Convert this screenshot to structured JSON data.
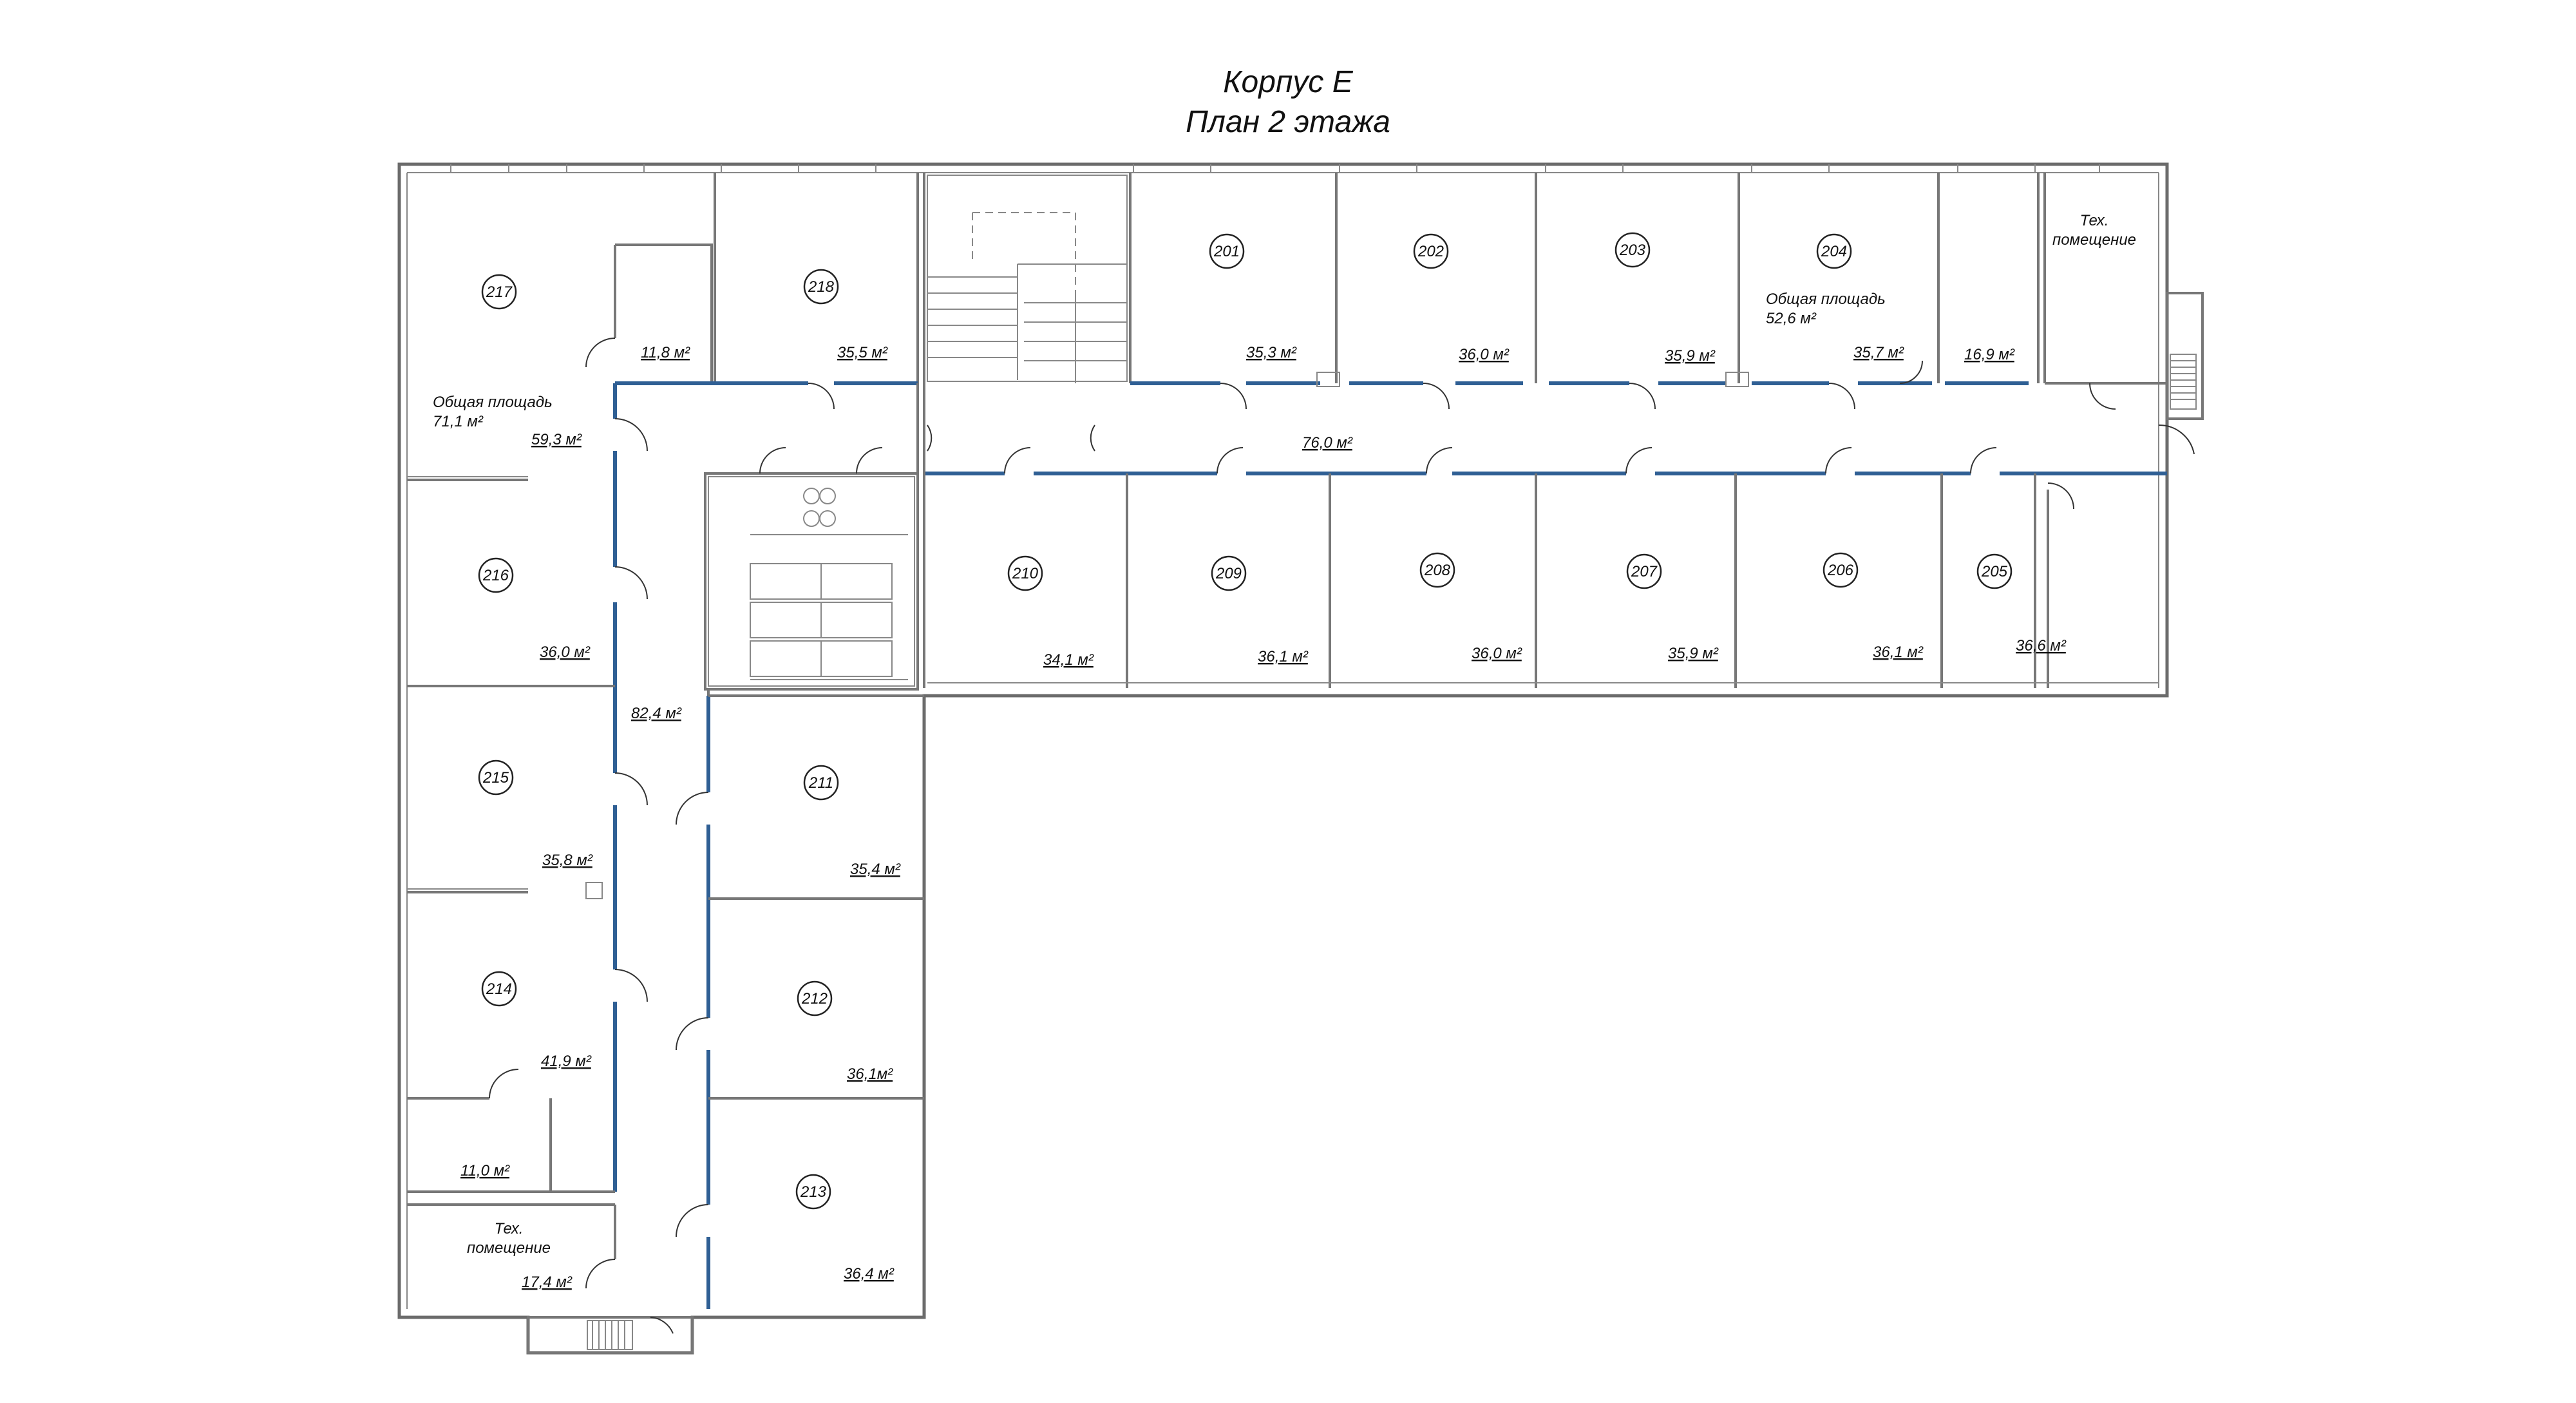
{
  "title": {
    "line1": "Корпус Е",
    "line2": "План 2 этажа"
  },
  "rooms": [
    {
      "id": "201",
      "number": "201",
      "area": "35,3 м²"
    },
    {
      "id": "202",
      "number": "202",
      "area": "36,0 м²"
    },
    {
      "id": "203",
      "number": "203",
      "area": "35,9 м²"
    },
    {
      "id": "204",
      "number": "204",
      "area": "35,7 м²",
      "total_label": "Общая площадь",
      "total_area": "52,6 м²"
    },
    {
      "id": "204b",
      "number": "",
      "area": "16,9 м²"
    },
    {
      "id": "205",
      "number": "205",
      "area": "36,6 м²"
    },
    {
      "id": "206",
      "number": "206",
      "area": "36,1 м²"
    },
    {
      "id": "207",
      "number": "207",
      "area": "35,9 м²"
    },
    {
      "id": "208",
      "number": "208",
      "area": "36,0 м²"
    },
    {
      "id": "209",
      "number": "209",
      "area": "36,1 м²"
    },
    {
      "id": "210",
      "number": "210",
      "area": "34,1 м²"
    },
    {
      "id": "211",
      "number": "211",
      "area": "35,4 м²"
    },
    {
      "id": "212",
      "number": "212",
      "area": "36,1м²"
    },
    {
      "id": "213",
      "number": "213",
      "area": "36,4 м²"
    },
    {
      "id": "214",
      "number": "214",
      "area": "41,9 м²"
    },
    {
      "id": "214b",
      "number": "",
      "area": "11,0 м²"
    },
    {
      "id": "215",
      "number": "215",
      "area": "35,8 м²"
    },
    {
      "id": "216",
      "number": "216",
      "area": "36,0 м²"
    },
    {
      "id": "217",
      "number": "217",
      "area": "59,3 м²",
      "total_label": "Общая площадь",
      "total_area": "71,1 м²"
    },
    {
      "id": "217b",
      "number": "",
      "area": "11,8 м²"
    },
    {
      "id": "218",
      "number": "218",
      "area": "35,5 м²"
    }
  ],
  "corridors": [
    {
      "id": "corridor-east",
      "area": "76,0 м²"
    },
    {
      "id": "corridor-west",
      "area": "82,4 м²"
    }
  ],
  "tech_rooms": [
    {
      "id": "tech-east",
      "line1": "Тех.",
      "line2": "помещение",
      "area": ""
    },
    {
      "id": "tech-west",
      "line1": "Тех.",
      "line2": "помещение",
      "area": "17,4 м²"
    }
  ]
}
